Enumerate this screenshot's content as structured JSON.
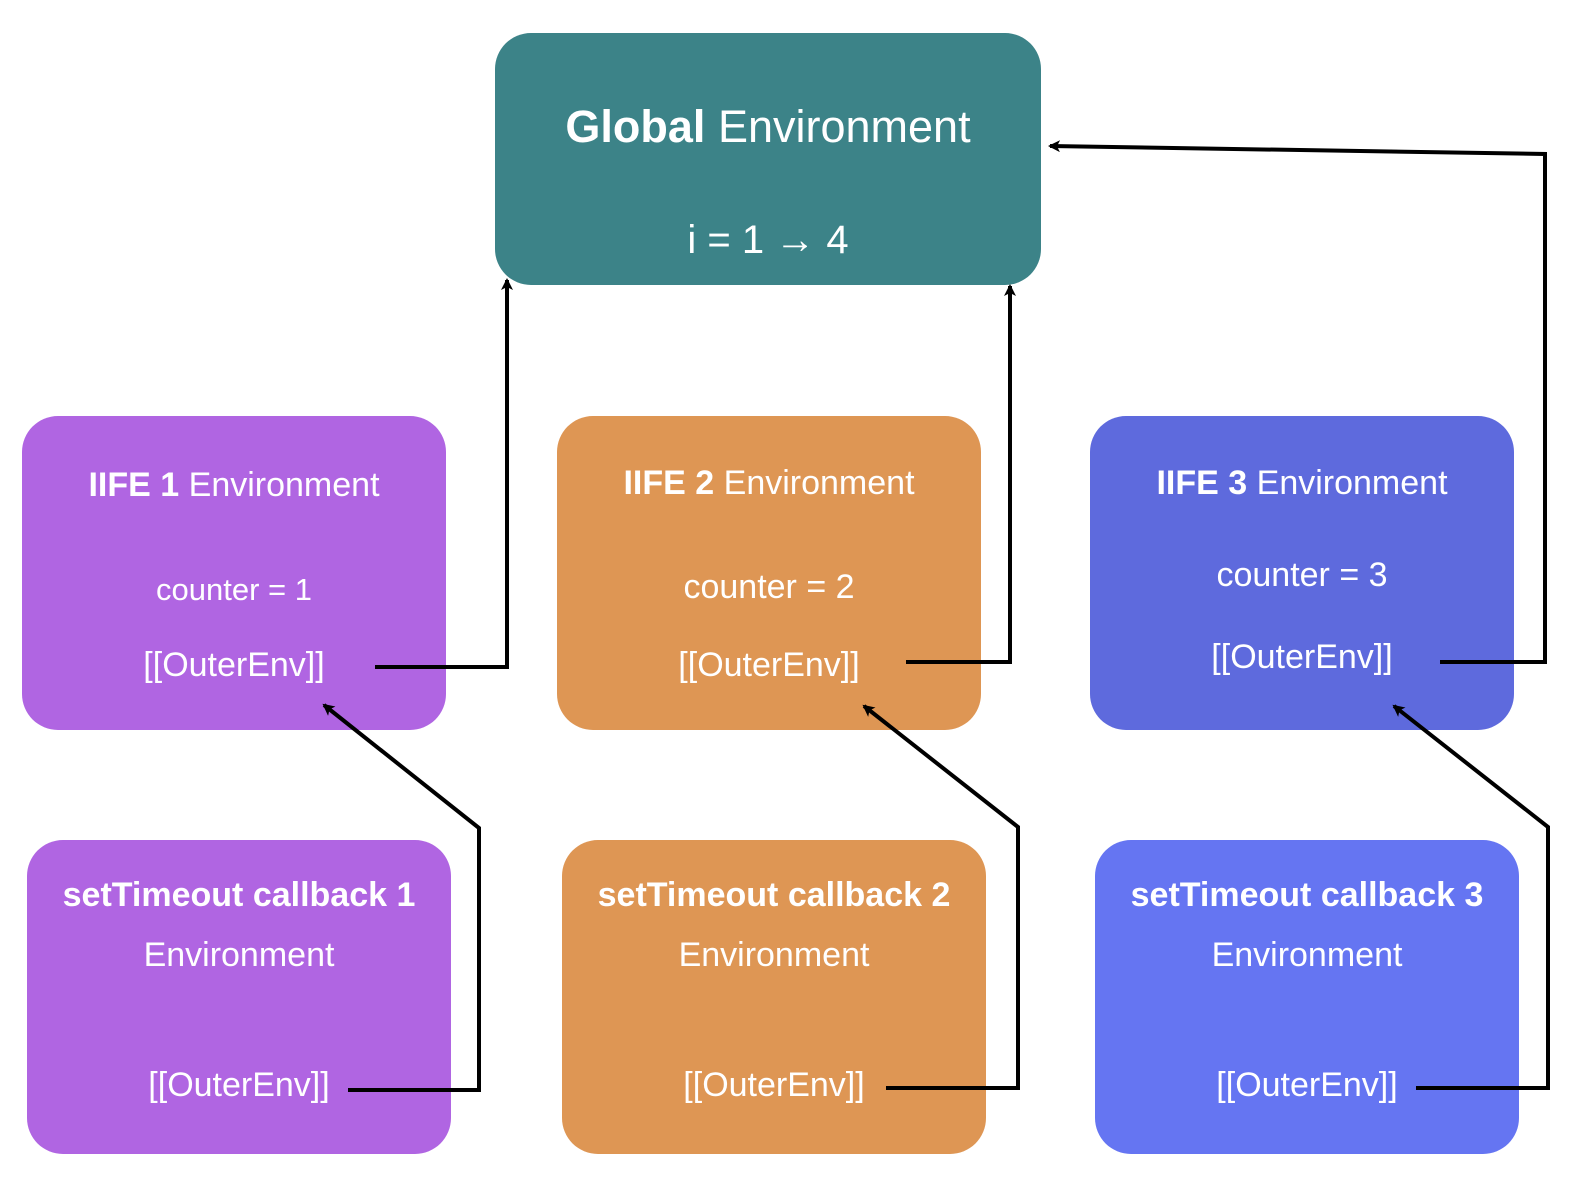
{
  "global": {
    "title_bold": "Global",
    "title_rest": "Environment",
    "value": "i = 1 → 4"
  },
  "iife": [
    {
      "title_bold": "IIFE 1",
      "title_rest": "Environment",
      "counter": "counter = 1",
      "outer": "[[OuterEnv]]"
    },
    {
      "title_bold": "IIFE 2",
      "title_rest": "Environment",
      "counter": "counter = 2",
      "outer": "[[OuterEnv]]"
    },
    {
      "title_bold": "IIFE 3",
      "title_rest": "Environment",
      "counter": "counter = 3",
      "outer": "[[OuterEnv]]"
    }
  ],
  "callbacks": [
    {
      "title": "setTimeout callback 1",
      "env": "Environment",
      "outer": "[[OuterEnv]]"
    },
    {
      "title": "setTimeout callback 2",
      "env": "Environment",
      "outer": "[[OuterEnv]]"
    },
    {
      "title": "setTimeout callback 3",
      "env": "Environment",
      "outer": "[[OuterEnv]]"
    }
  ],
  "colors": {
    "global": "#3c8388",
    "purple": "#b065e2",
    "orange": "#de9654",
    "blue": "#5e6add",
    "blue_light": "#6575f2",
    "arrow": "#000000"
  }
}
